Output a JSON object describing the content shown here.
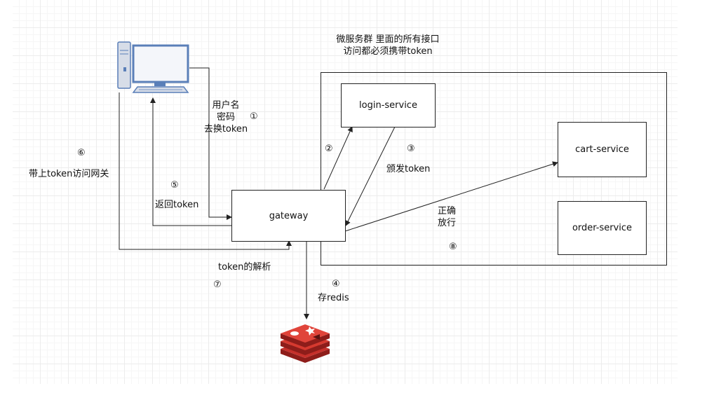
{
  "title_lines": [
    "微服务群 里面的所有接口",
    "访问都必须携带token"
  ],
  "nodes": {
    "login": "login-service",
    "cart": "cart-service",
    "order": "order-service",
    "gateway": "gateway"
  },
  "edge_labels": {
    "credentials_lines": [
      "用户名",
      "密码",
      "去换token"
    ],
    "step1": "①",
    "step2": "②",
    "step3": "③",
    "issue_token": "颁发token",
    "step4": "④",
    "store_redis": "存redis",
    "step5": "⑤",
    "return_token": "返回token",
    "step6": "⑥",
    "carry_token": "带上token访问网关",
    "parse_token": "token的解析",
    "step7": "⑦",
    "allow_lines": [
      "正确",
      "放行"
    ],
    "step8": "⑧"
  },
  "icons": {
    "client": "computer-icon",
    "cache": "redis-icon"
  },
  "colors": {
    "line": "#222222",
    "computer_blue": "#5a7fb8",
    "computer_screen": "#f4f6fa",
    "redis_red": "#c6302b",
    "redis_dark": "#8e1d1a"
  }
}
